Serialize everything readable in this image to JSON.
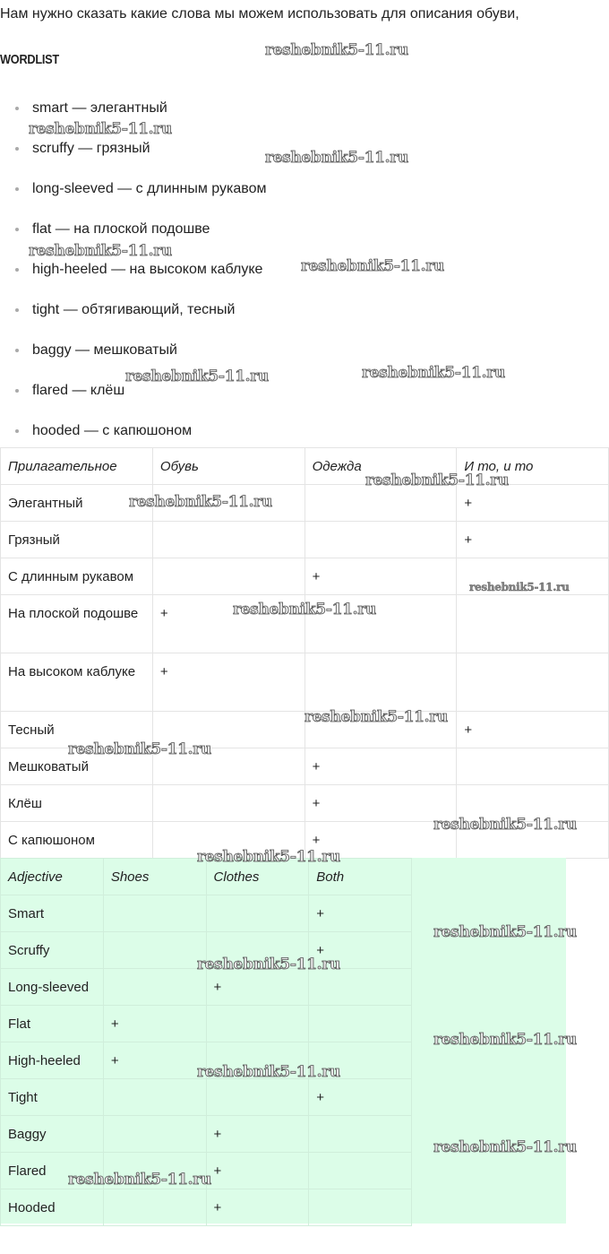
{
  "intro": "Нам нужно сказать какие слова мы можем использовать для описания обуви,",
  "wordlist_title": "WORDLIST",
  "wordlist": [
    "smart — элегантный",
    "scruffy — грязный",
    "long-sleeved — с длинным рукавом",
    "flat — на плоской подошве",
    "high-heeled — на высоком каблуке",
    "tight — обтягивающий, тесный",
    "baggy — мешковатый",
    "flared — клёш",
    "hooded — с капюшоном"
  ],
  "table_ru": {
    "headers": [
      "Прилагательное",
      "Обувь",
      "Одежда",
      "И то, и то"
    ],
    "rows": [
      [
        "Элегантный",
        "",
        "",
        "+"
      ],
      [
        "Грязный",
        "",
        "",
        "+"
      ],
      [
        "С длинным рукавом",
        "",
        "+",
        ""
      ],
      [
        "На плоской подошве",
        "+",
        "",
        ""
      ],
      [
        "На высоком каблуке",
        "+",
        "",
        ""
      ],
      [
        "Тесный",
        "",
        "",
        "+"
      ],
      [
        "Мешковатый",
        "",
        "+",
        ""
      ],
      [
        "Клёш",
        "",
        "+",
        ""
      ],
      [
        "С капюшоном",
        "",
        "+",
        ""
      ]
    ]
  },
  "table_en": {
    "background": "#dcfde8",
    "headers": [
      "Adjective",
      "Shoes",
      "Clothes",
      "Both"
    ],
    "rows": [
      [
        "Smart",
        "",
        "",
        "+"
      ],
      [
        "Scruffy",
        "",
        "",
        "+"
      ],
      [
        "Long-sleeved",
        "",
        "+",
        ""
      ],
      [
        "Flat",
        "+",
        "",
        ""
      ],
      [
        "High-heeled",
        "+",
        "",
        ""
      ],
      [
        "Tight",
        "",
        "",
        "+"
      ],
      [
        "Baggy",
        "",
        "+",
        ""
      ],
      [
        "Flared",
        "",
        "+",
        ""
      ],
      [
        "Hooded",
        "",
        "+",
        ""
      ]
    ]
  },
  "watermark": "reshebnik5-11.ru"
}
